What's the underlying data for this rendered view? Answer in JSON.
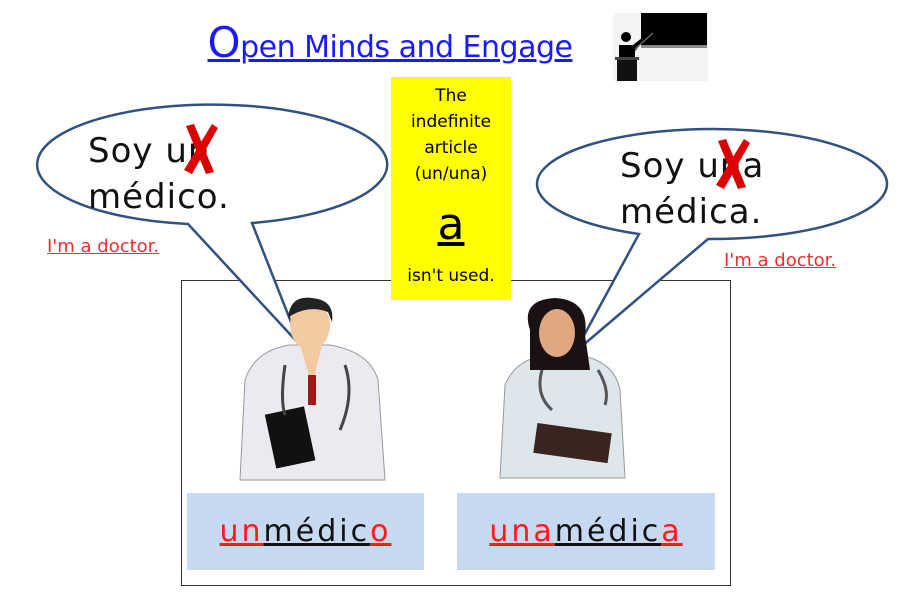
{
  "title": {
    "first_letter": "O",
    "rest": "pen Minds and Engage"
  },
  "icons": {
    "teacher": "teacher-at-blackboard-icon",
    "cross": "red-x-mark-icon"
  },
  "yellow_box": {
    "line1": "The",
    "line2": "indefinite",
    "line3": "article",
    "line4": "(un/una)",
    "article": "a",
    "line5": "isn't used."
  },
  "left_bubble": {
    "soy": "Soy u",
    "crossed": "n",
    "line2": "médico."
  },
  "right_bubble": {
    "soy": "Soy u",
    "crossed": "n",
    "after": "a",
    "line2": "médica."
  },
  "left_translation": "I'm a doctor.",
  "right_translation": "I'm a doctor.",
  "left_label": {
    "article": "un",
    "stem": " médic",
    "ending": "o"
  },
  "right_label": {
    "article": "una",
    "stem": " médic",
    "ending": "a"
  },
  "colors": {
    "title": "#1a1aff",
    "highlight": "#ffff00",
    "label_bg": "#c6d9f1",
    "red": "#ff1a1a",
    "bubble_stroke": "#2f5283"
  }
}
